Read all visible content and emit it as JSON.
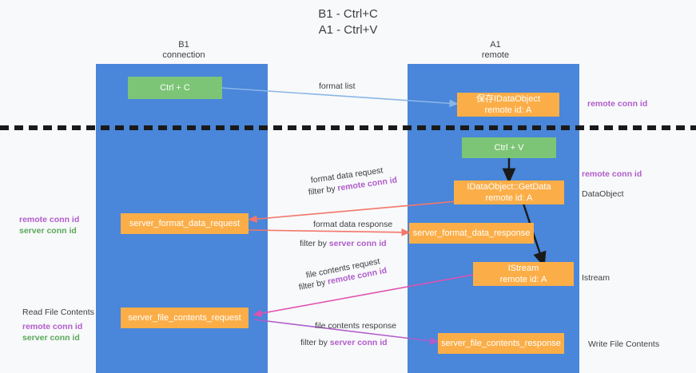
{
  "title": "B1 - Ctrl+C\nA1 - Ctrl+V",
  "columns": {
    "left": {
      "name": "B1",
      "role": "connection",
      "header": "B1\nconnection"
    },
    "right": {
      "name": "A1",
      "role": "remote",
      "header": "A1\nremote"
    }
  },
  "colors": {
    "lane": "#4a86d9",
    "node_green": "#7cc576",
    "node_orange": "#fbae48",
    "accent_purple": "#b05ccc",
    "accent_green": "#5aa85a",
    "arrow_blue": "#8ab6e8",
    "arrow_red": "#f4766a",
    "arrow_magenta": "#e052b0",
    "arrow_purple": "#b05ccc",
    "arrow_black": "#1a1a1a",
    "background": "#f8f9fa"
  },
  "nodes": {
    "ctrl_c": "Ctrl + C",
    "ctrl_v": "Ctrl + V",
    "save_dataobject": "保存IDataObject\nremote id: A",
    "getdata": "IDataObject::GetData\nremote id: A",
    "istream": "IStream\nremote id: A",
    "server_format_data_request": "server_format_data_request",
    "server_format_data_response": "server_format_data_response",
    "server_file_contents_request": "server_file_contents_request",
    "server_file_contents_response": "server_file_contents_response"
  },
  "edges": {
    "format_list": "format list",
    "format_data_request": "format data request",
    "format_data_request_filter_prefix": "filter by ",
    "format_data_request_filter_key": "remote conn id",
    "format_data_response": "format data response",
    "format_data_response_filter_prefix": "filter by ",
    "format_data_response_filter_key": "server conn id",
    "file_contents_request": "file contents request",
    "file_contents_request_filter_prefix": "filter by ",
    "file_contents_request_filter_key": "remote conn id",
    "file_contents_response": "file contents response",
    "file_contents_response_filter_prefix": "filter by ",
    "file_contents_response_filter_key": "server conn id"
  },
  "right_labels": {
    "remote_conn_id_top": "remote conn id",
    "remote_conn_id_mid": "remote conn id",
    "dataobject": "DataObject",
    "istream": "Istream",
    "write_file_contents": "Write File Contents"
  },
  "left_labels": {
    "remote_conn_id_mid": "remote conn id",
    "server_conn_id_mid": "server conn id",
    "read_file_contents": "Read File Contents",
    "remote_conn_id_bottom": "remote conn id",
    "server_conn_id_bottom": "server conn id"
  }
}
